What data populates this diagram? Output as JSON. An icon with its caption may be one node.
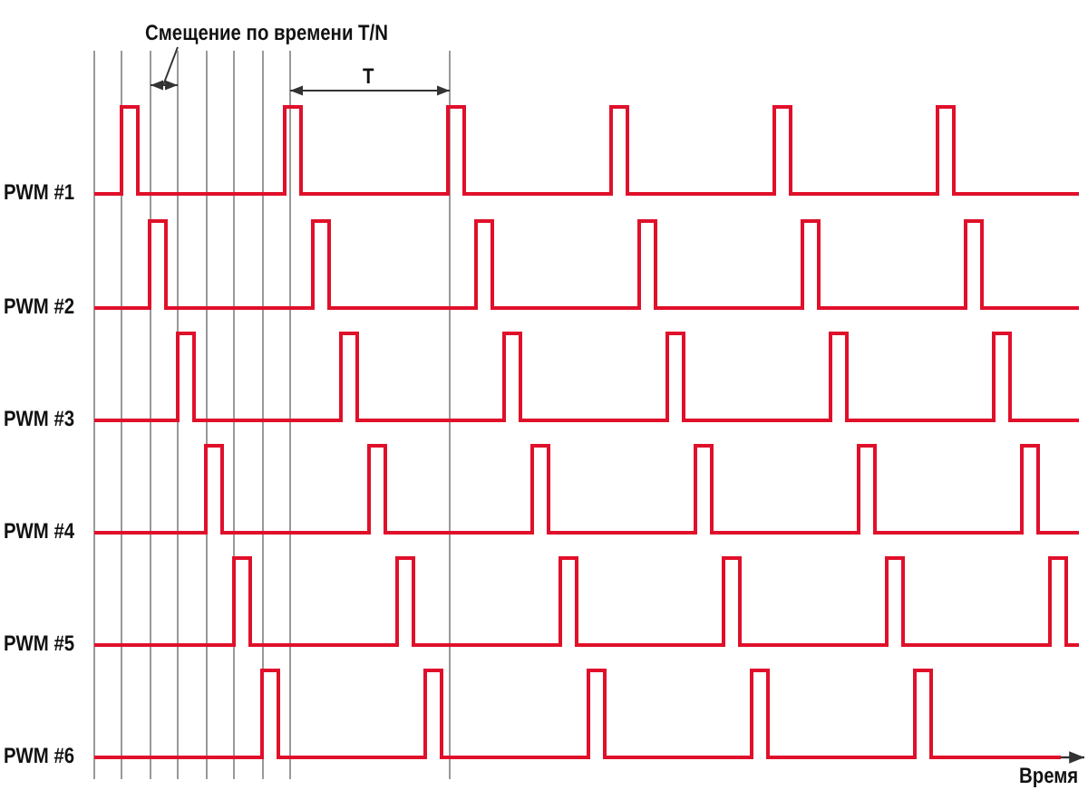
{
  "diagram": {
    "labels": [
      "Смещение по времени T/N",
      "T",
      "PWM #1",
      "PWM #2",
      "PWM #3",
      "PWM #4",
      "PWM #5",
      "PWM #6",
      "Время"
    ]
  }
}
